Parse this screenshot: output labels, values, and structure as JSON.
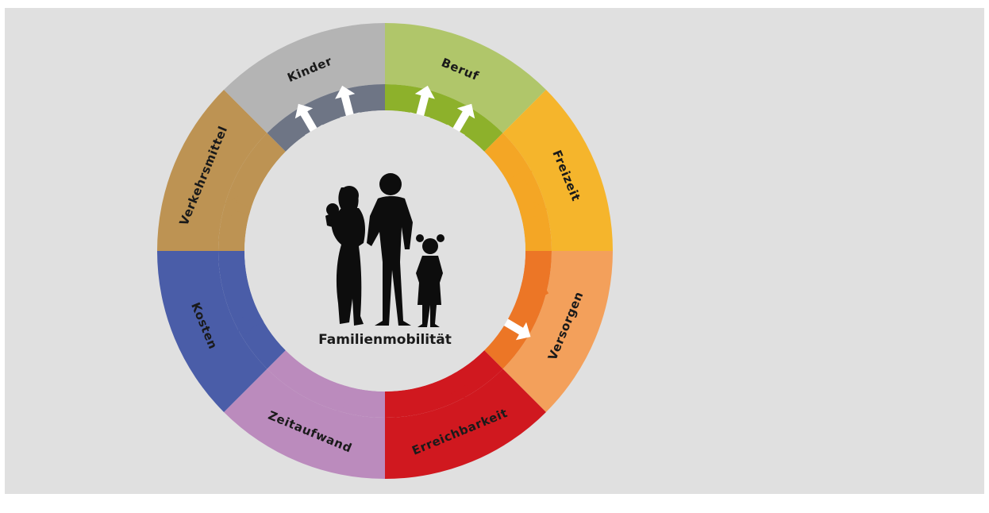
{
  "diagram": {
    "center_label": "Familienmobilität",
    "segments": [
      {
        "key": "beruf",
        "label": "Beruf",
        "outer": "#b0c66a",
        "inner": "#8db12b",
        "arrow": "white"
      },
      {
        "key": "freizeit",
        "label": "Freizeit",
        "outer": "#f5b52c",
        "inner": "#f4a625",
        "arrow": "color"
      },
      {
        "key": "versorgen",
        "label": "Versorgen",
        "outer": "#f3a05b",
        "inner": "#ec7626",
        "arrow": "both"
      },
      {
        "key": "erreichbarkeit",
        "label": "Erreichbarkeit",
        "outer": "#d0181f",
        "inner": "#d0181f",
        "arrow": "color"
      },
      {
        "key": "zeitaufwand",
        "label": "Zeitaufwand",
        "outer": "#bb8bbd",
        "inner": "#bb8bbd",
        "arrow": "color"
      },
      {
        "key": "kosten",
        "label": "Kosten",
        "outer": "#4a5da8",
        "inner": "#4a5da8",
        "arrow": "color"
      },
      {
        "key": "verkehrsmittel",
        "label": "Verkehrsmittel",
        "outer": "#bd9353",
        "inner": "#bd9353",
        "arrow": "color"
      },
      {
        "key": "kinder",
        "label": "Kinder",
        "outer": "#b4b4b4",
        "inner": "#6e7585",
        "arrow": "white"
      }
    ]
  },
  "colors": {
    "background": "#e0e0e0",
    "silhouette": "#0d0d0d",
    "arrow_white": "#ffffff"
  }
}
